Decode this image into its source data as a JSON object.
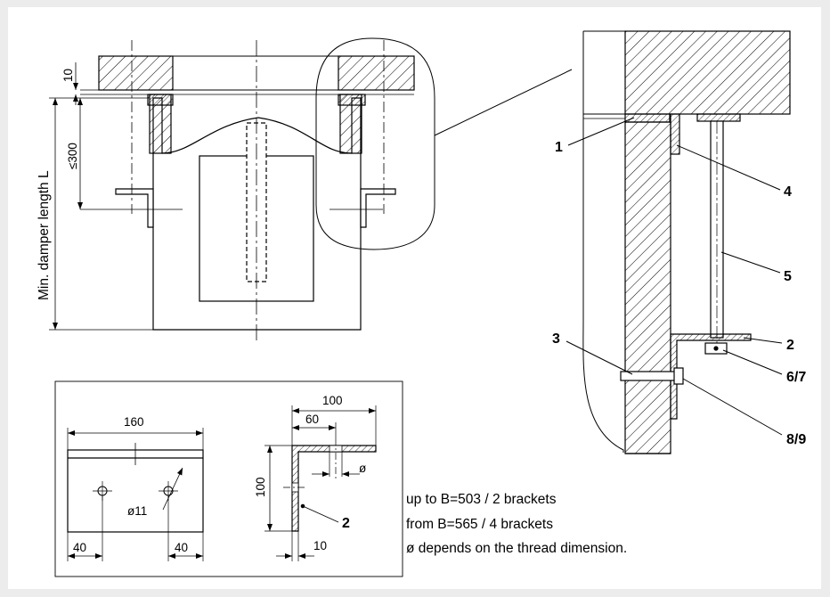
{
  "dimensions": {
    "d10_top": "10",
    "d300": "≤300",
    "min_length": "Min. damper length L",
    "d160": "160",
    "d11": "ø11",
    "d40_left": "40",
    "d40_right": "40",
    "d100_top": "100",
    "d60": "60",
    "d100_side": "100",
    "d10_bottom": "10",
    "diameter": "ø"
  },
  "callouts": {
    "c1": "1",
    "c4": "4",
    "c5": "5",
    "c3": "3",
    "c2": "2",
    "c67": "6/7",
    "c89": "8/9",
    "c2_bracket": "2"
  },
  "notes": [
    "up to B=503 / 2 brackets",
    "from  B=565 / 4 brackets",
    "ø depends on the thread dimension."
  ]
}
